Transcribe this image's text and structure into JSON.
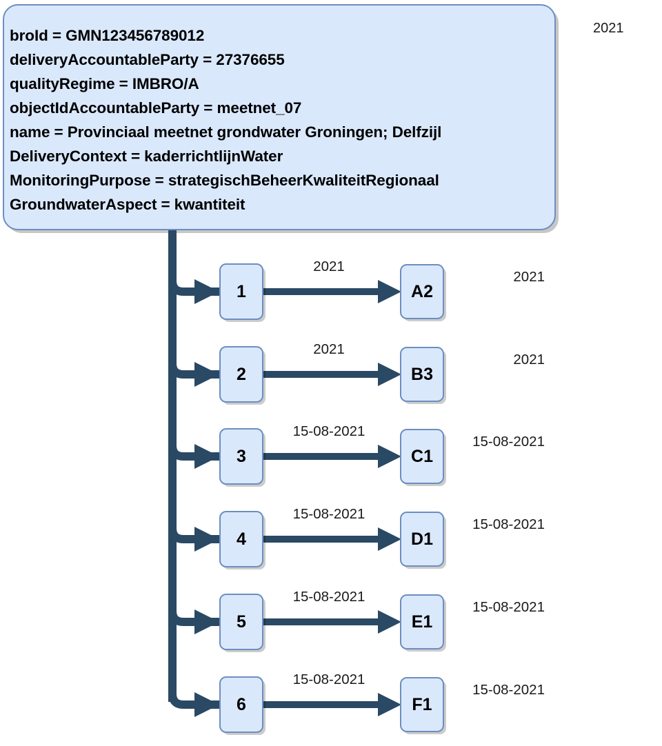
{
  "diagram": {
    "type": "tree-diagram",
    "colors": {
      "node_fill": "#dae8fc",
      "node_stroke": "#6c8ebf",
      "connector": "#2a4964",
      "text": "#000000",
      "background": "#ffffff"
    },
    "info_box": {
      "lines": [
        "broId = GMN123456789012",
        "deliveryAccountableParty = 27376655",
        "qualityRegime = IMBRO/A",
        "objectIdAccountableParty = meetnet_07",
        "name = Provinciaal meetnet grondwater Groningen; Delfzijl",
        "DeliveryContext = kaderrichtlijnWater",
        "MonitoringPurpose = strategischBeheerKwaliteitRegionaal",
        "GroundwaterAspect = kwantiteit"
      ]
    },
    "corner_label": "2021",
    "rows": [
      {
        "left_node": "1",
        "edge_label": "2021",
        "right_node": "A2",
        "row_label": "2021"
      },
      {
        "left_node": "2",
        "edge_label": "2021",
        "right_node": "B3",
        "row_label": "2021"
      },
      {
        "left_node": "3",
        "edge_label": "15-08-2021",
        "right_node": "C1",
        "row_label": "15-08-2021"
      },
      {
        "left_node": "4",
        "edge_label": "15-08-2021",
        "right_node": "D1",
        "row_label": "15-08-2021"
      },
      {
        "left_node": "5",
        "edge_label": "15-08-2021",
        "right_node": "E1",
        "row_label": "15-08-2021"
      },
      {
        "left_node": "6",
        "edge_label": "15-08-2021",
        "right_node": "F1",
        "row_label": "15-08-2021"
      }
    ]
  }
}
